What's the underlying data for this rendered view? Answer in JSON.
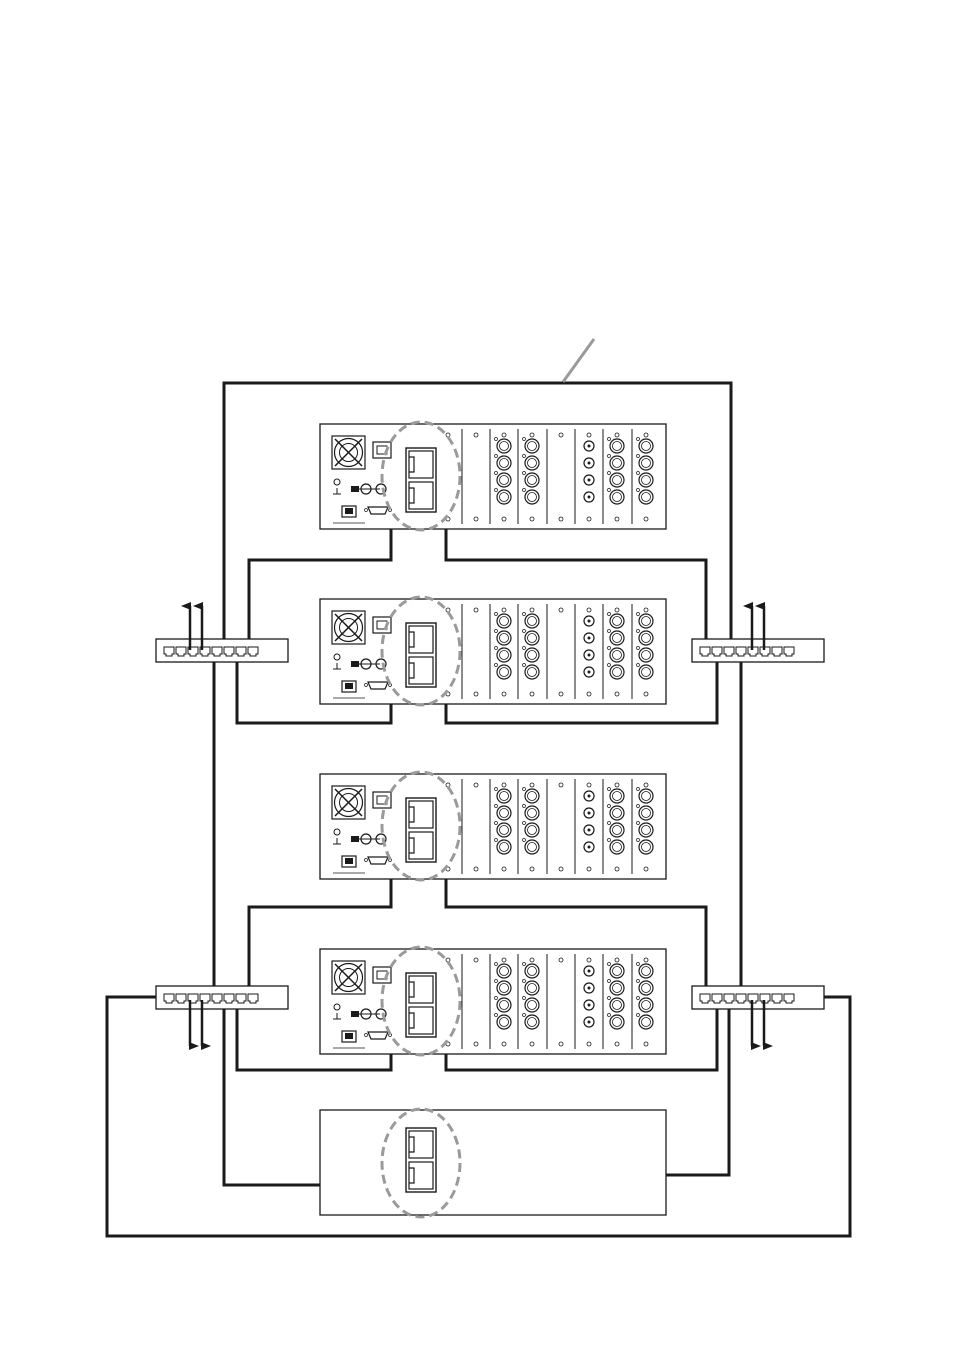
{
  "diagram": {
    "units": [
      {
        "kind": "rack-unit",
        "icon": "audio-interface-unit-rear"
      },
      {
        "kind": "rack-unit",
        "icon": "audio-interface-unit-rear"
      },
      {
        "kind": "rack-unit",
        "icon": "audio-interface-unit-rear"
      },
      {
        "kind": "rack-unit",
        "icon": "audio-interface-unit-rear"
      },
      {
        "kind": "controller",
        "icon": "network-controller-rear"
      }
    ],
    "switches": [
      {
        "icon": "network-switch-icon",
        "arrows": "up"
      },
      {
        "icon": "network-switch-icon",
        "arrows": "up"
      },
      {
        "icon": "network-switch-icon",
        "arrows": "down"
      },
      {
        "icon": "network-switch-icon",
        "arrows": "down"
      }
    ],
    "colors": {
      "line": "#1a1a1a",
      "highlight_ring": "#9a9a9a",
      "leader": "#9a9a9a",
      "background": "#ffffff"
    }
  }
}
